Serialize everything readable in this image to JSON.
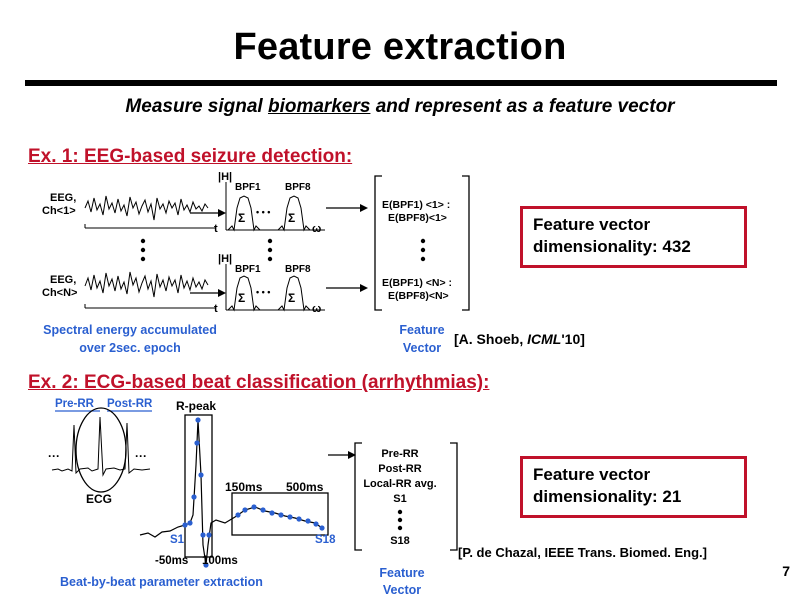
{
  "slide": {
    "title": "Feature extraction",
    "subtitle_before": "Measure signal ",
    "subtitle_emph": "biomarkers",
    "subtitle_after": " and represent as a feature vector",
    "page_number": "7"
  },
  "ex1": {
    "heading": "Ex. 1: EEG-based seizure detection:",
    "ch1_label_a": "EEG,",
    "ch1_label_b": "Ch<1>",
    "chN_label_a": "EEG,",
    "chN_label_b": "Ch<N>",
    "t": "t",
    "h_axis": "|H|",
    "omega": "ω",
    "bpf1": "BPF1",
    "bpf8": "BPF8",
    "sigma": "Σ",
    "ellipsis": "• • •",
    "vec_1a": "E(BPF1) <1> :",
    "vec_1b": "E(BPF8)<1>",
    "vec_Na": "E(BPF1) <N> :",
    "vec_Nb": "E(BPF8)<N>",
    "caption_a": "Spectral energy accumulated",
    "caption_b": "over 2sec. epoch",
    "fv_a": "Feature",
    "fv_b": "Vector",
    "box_a": "Feature vector",
    "box_b": "dimensionality: 432",
    "cite_pre": "[A. Shoeb, ",
    "cite_em": "ICML",
    "cite_post": "'10]"
  },
  "ex2": {
    "heading": "Ex. 2: ECG-based beat classification (arrhythmias):",
    "pre_rr": "Pre-RR",
    "post_rr": "Post-RR",
    "r_peak": "R-peak",
    "ecg": "ECG",
    "ms150": "150ms",
    "ms500": "500ms",
    "s1": "S1",
    "s18": "S18",
    "m50": "-50ms",
    "ms100": "100ms",
    "caption": "Beat-by-beat parameter extraction",
    "vec": [
      "Pre-RR",
      "Post-RR",
      "Local-RR avg.",
      "S1",
      "S18"
    ],
    "fv_a": "Feature",
    "fv_b": "Vector",
    "box_a": "Feature vector",
    "box_b": "dimensionality: 21",
    "cite": "[P. de Chazal, IEEE Trans. Biomed. Eng.]"
  }
}
